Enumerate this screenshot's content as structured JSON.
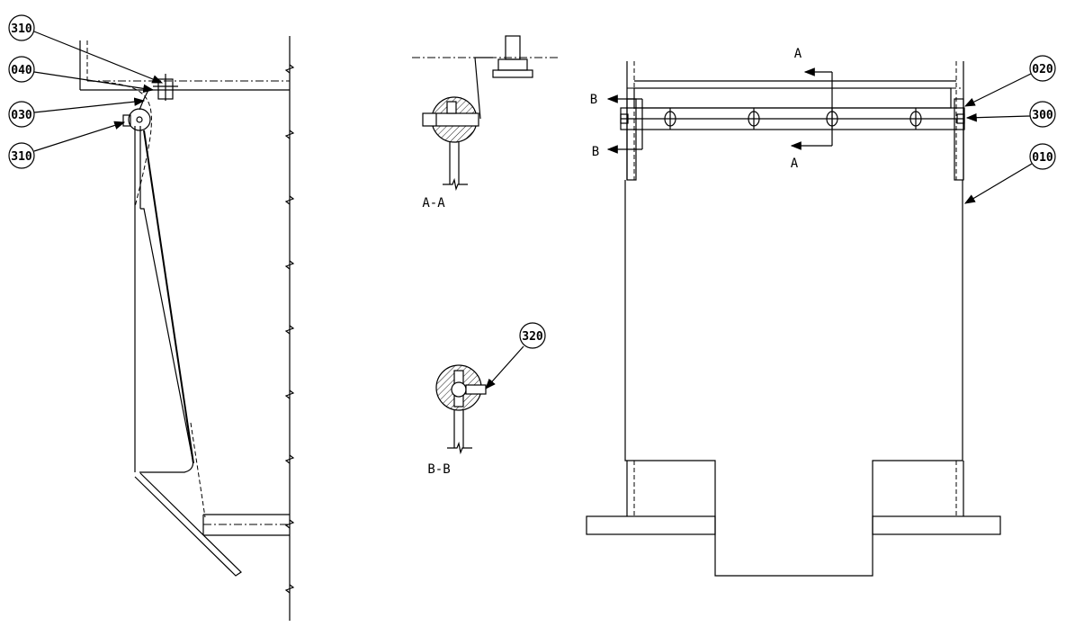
{
  "balloons": {
    "b310_top": "310",
    "b040": "040",
    "b030": "030",
    "b310_bottom": "310",
    "b320": "320",
    "b020": "020",
    "b300": "300",
    "b010": "010"
  },
  "views": {
    "section_aa": "A-A",
    "section_bb": "B-B"
  },
  "section_markers": {
    "a_top": "A",
    "a_bottom": "A",
    "b_top": "B",
    "b_bottom": "B"
  }
}
